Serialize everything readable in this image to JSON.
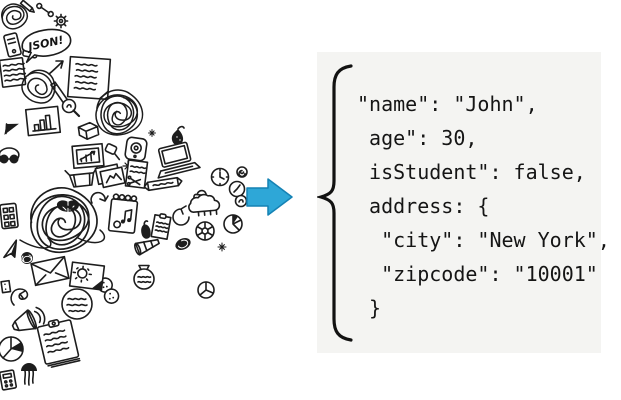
{
  "illustration": {
    "bubble_label": "JSON!",
    "arrow_fill": "#2ea7d7",
    "arrow_stroke": "#1582b4",
    "ink_color": "#1d1d1d"
  },
  "code_panel": {
    "background": "#f4f4f2",
    "text_color": "#151515",
    "brace": "{",
    "lines": [
      "\"name\": \"John\",",
      " age\": 30,",
      " isStudent\": false,",
      " address: {",
      "  \"city\": \"New York\",",
      "  \"zipcode\": \"10001\"",
      " }"
    ]
  }
}
